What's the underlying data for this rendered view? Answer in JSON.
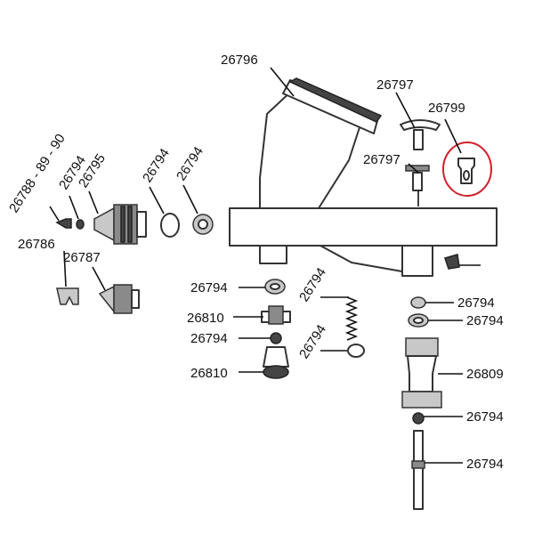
{
  "callouts": [
    {
      "id": "c1",
      "text": "26796"
    },
    {
      "id": "c2",
      "text": "26797"
    },
    {
      "id": "c3",
      "text": "26799"
    },
    {
      "id": "c4",
      "text": "26797"
    },
    {
      "id": "c5",
      "text": "26788 - 89 - 90"
    },
    {
      "id": "c6",
      "text": "26794"
    },
    {
      "id": "c7",
      "text": "26795"
    },
    {
      "id": "c8",
      "text": "26794"
    },
    {
      "id": "c9",
      "text": "26794"
    },
    {
      "id": "c10",
      "text": "26786"
    },
    {
      "id": "c11",
      "text": "26787"
    },
    {
      "id": "c12",
      "text": "26794"
    },
    {
      "id": "c13",
      "text": "26810"
    },
    {
      "id": "c14",
      "text": "26794"
    },
    {
      "id": "c15",
      "text": "26810"
    },
    {
      "id": "c16",
      "text": "26794"
    },
    {
      "id": "c17",
      "text": "26794"
    },
    {
      "id": "c18",
      "text": "26794"
    },
    {
      "id": "c19",
      "text": "26794"
    },
    {
      "id": "c20",
      "text": "26809"
    },
    {
      "id": "c21",
      "text": "26794"
    },
    {
      "id": "c22",
      "text": "26794"
    }
  ],
  "highlight": {
    "part": "26799",
    "color": "#d0202a"
  }
}
